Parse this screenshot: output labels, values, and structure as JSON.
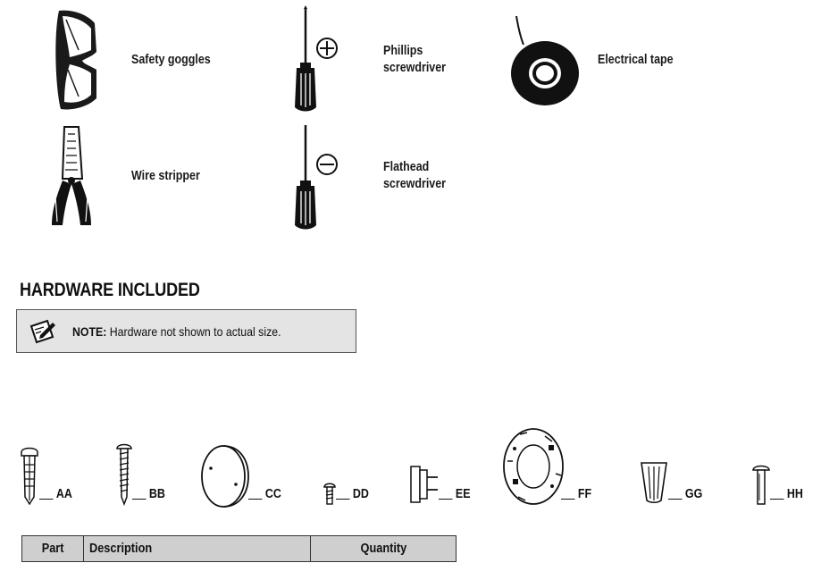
{
  "tools": [
    {
      "id": "goggles",
      "label_lines": [
        "Safety goggles"
      ]
    },
    {
      "id": "phillips",
      "label_lines": [
        "Phillips",
        "screwdriver"
      ]
    },
    {
      "id": "tape",
      "label_lines": [
        "Electrical tape"
      ]
    },
    {
      "id": "stripper",
      "label_lines": [
        "Wire stripper"
      ]
    },
    {
      "id": "flathead",
      "label_lines": [
        "Flathead",
        "screwdriver"
      ]
    }
  ],
  "hardware": {
    "title": "HARDWARE INCLUDED",
    "note_prefix": "NOTE:",
    "note_text": " Hardware not shown to actual size.",
    "items": [
      {
        "code": "AA",
        "icon": "wall-anchor-icon"
      },
      {
        "code": "BB",
        "icon": "wood-screw-icon"
      },
      {
        "code": "CC",
        "icon": "canopy-icon"
      },
      {
        "code": "DD",
        "icon": "short-screw-icon"
      },
      {
        "code": "EE",
        "icon": "bracket-icon"
      },
      {
        "code": "FF",
        "icon": "mounting-plate-icon"
      },
      {
        "code": "GG",
        "icon": "wire-connector-icon"
      },
      {
        "code": "HH",
        "icon": "mounting-screw-icon"
      }
    ]
  },
  "table": {
    "headers": [
      "Part",
      "Description",
      "Quantity"
    ]
  }
}
